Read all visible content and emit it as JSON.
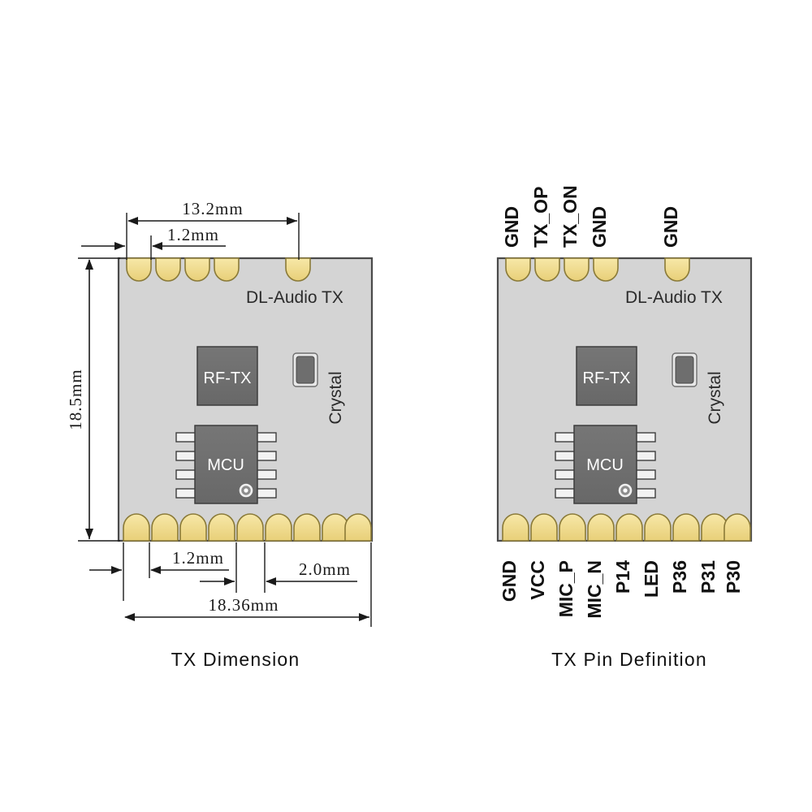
{
  "figure": {
    "background_color": "#ffffff",
    "pcb_fill": "#d4d4d4",
    "pcb_stroke": "#4a4a4a",
    "pad_fill": "#f5df92",
    "pad_stroke": "#8a7a38",
    "chip_fill": "#6e6e6e",
    "chip_stroke": "#3d3d3d",
    "line_color": "#1a1a1a"
  },
  "left_panel": {
    "caption": "TX  Dimension",
    "silkscreen": "DL-Audio TX",
    "components": {
      "rf": "RF-TX",
      "mcu": "MCU",
      "crystal": "Crystal"
    },
    "dimensions": {
      "top_overall": "13.2mm",
      "top_pitch": "1.2mm",
      "left_height": "18.5mm",
      "bottom_pad_width": "1.2mm",
      "bottom_pitch": "2.0mm",
      "bottom_overall": "18.36mm"
    }
  },
  "right_panel": {
    "caption": "TX  Pin Definition",
    "silkscreen": "DL-Audio TX",
    "components": {
      "rf": "RF-TX",
      "mcu": "MCU",
      "crystal": "Crystal"
    },
    "top_pins": [
      "GND",
      "TX_OP",
      "TX_ON",
      "GND",
      "GND"
    ],
    "bottom_pins": [
      "GND",
      "VCC",
      "MIC_P",
      "MIC_N",
      "P14",
      "LED",
      "P36",
      "P31",
      "P30"
    ]
  }
}
